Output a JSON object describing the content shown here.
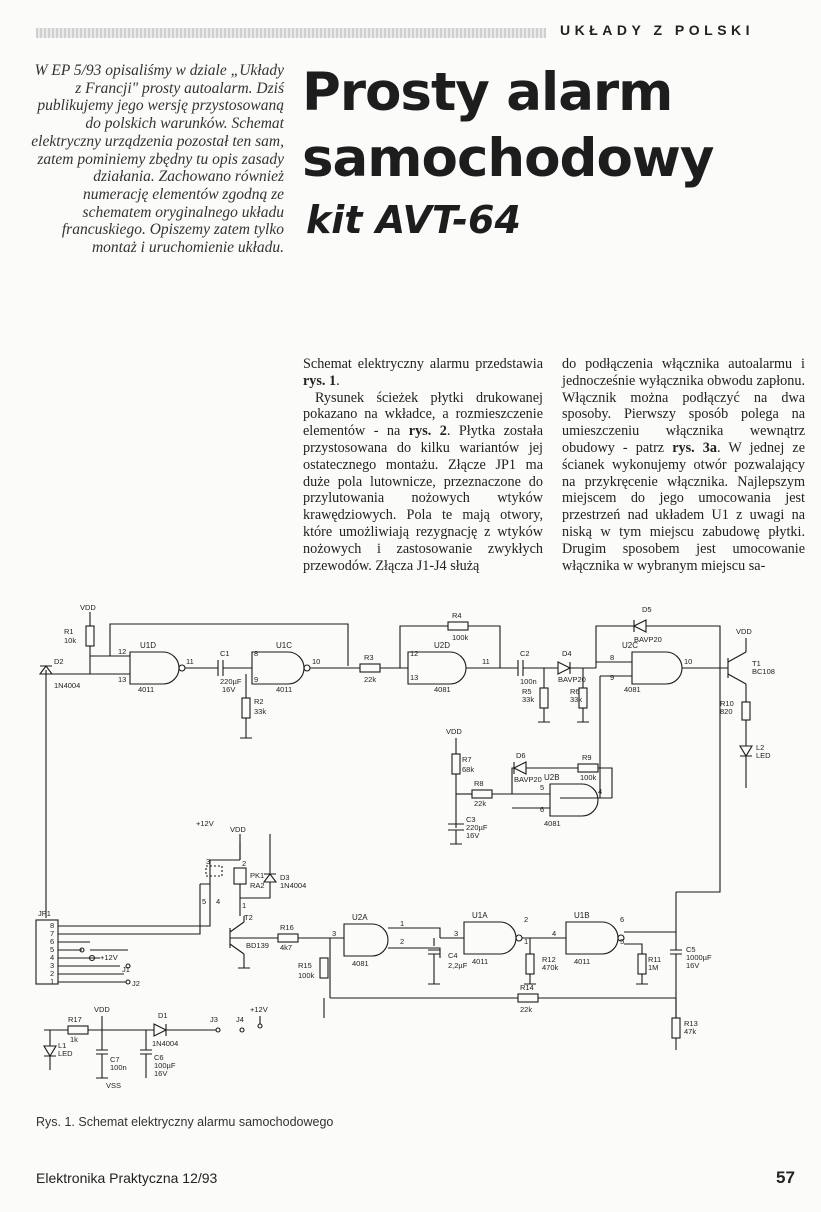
{
  "header": {
    "section_label": "UKŁADY Z POLSKI"
  },
  "article": {
    "title_line1": "Prosty alarm",
    "title_line2": "samochodowy",
    "kit": "kit AVT-64",
    "intro": "W EP 5/93 opisaliśmy w dziale „Układy z Francji\" prosty autoalarm. Dziś publikujemy jego wersję przystosowaną do polskich warunków. Schemat elektryczny urządzenia pozostał ten sam, zatem pominiemy zbędny tu opis zasady działania. Zachowano również numerację elementów zgodną ze schematem oryginalnego układu francuskiego. Opiszemy zatem tylko montaż i uruchomienie układu.",
    "col1_p1_a": "Schemat elektryczny alarmu przedstawia ",
    "col1_p1_ref": "rys. 1",
    "col1_p1_b": ".",
    "col1_p2_a": "Rysunek ścieżek płytki drukowanej pokazano na wkładce, a rozmieszczenie elementów - na ",
    "col1_p2_ref": "rys. 2",
    "col1_p2_b": ". Płytka została przystosowana do kilku wariantów jej ostatecznego montażu. Złącze JP1 ma duże pola lutownicze, przeznaczone do przylutowania nożowych wtyków krawędziowych. Pola te mają otwory, które umożliwiają rezygnację z wtyków nożowych i zastosowanie zwykłych przewodów. Złącza J1-J4 służą",
    "col2_a": "do podłączenia włącznika autoalarmu i jednocześnie wyłącznika obwodu zapłonu. Włącznik można podłączyć na dwa sposoby. Pierwszy sposób polega na umieszczeniu włącznika wewnątrz obudowy - patrz ",
    "col2_ref1": "rys. 3a",
    "col2_b": ". W jednej ze ścianek wykonujemy otwór pozwalający na przykręcenie włącznika. Najlepszym miejscem do jego umocowania jest przestrzeń nad układem U1 z uwagi na niską w tym miejscu zabudowę płytki. Drugim sposobem jest umocowanie włącznika w wybranym miejscu sa-"
  },
  "schematic": {
    "labels": {
      "vdd": "VDD",
      "vss": "VSS",
      "r1": "R1",
      "r1v": "10k",
      "d2": "D2",
      "d2v": "1N4004",
      "u1d": "U1D",
      "u1dv": "4011",
      "c1": "C1",
      "c1v": "220µF",
      "c1w": "16V",
      "u1c": "U1C",
      "u1cv": "4011",
      "r2": "R2",
      "r2v": "33k",
      "r3": "R3",
      "r3v": "22k",
      "r4": "R4",
      "r4v": "100k",
      "u2d": "U2D",
      "u2dv": "4081",
      "c2": "C2",
      "c2v": "100n",
      "r5": "R5",
      "r5v": "33k",
      "d4": "D4",
      "d4v": "BAVP20",
      "r6": "R6",
      "r6v": "33k",
      "d5": "D5",
      "d5v": "BAVP20",
      "u2c": "U2C",
      "u2cv": "4081",
      "t1": "T1",
      "t1v": "BC108",
      "r10": "R10",
      "r10v": "820",
      "l2": "L2",
      "l2v": "LED",
      "r7": "R7",
      "r7v": "68k",
      "d6": "D6",
      "d6v": "BAVP20",
      "r9": "R9",
      "r9v": "100k",
      "r8": "R8",
      "r8v": "22k",
      "u2b": "U2B",
      "u2bv": "4081",
      "c3": "C3",
      "c3v": "220µF",
      "c3w": "16V",
      "plus12v": "+12V",
      "pk1": "PK1",
      "pk1v": "RA2",
      "d3": "D3",
      "d3v": "1N4004",
      "t2": "T2",
      "t2v": "BD139",
      "jp1": "JP1",
      "r16": "R16",
      "r16v": "4k7",
      "u2a": "U2A",
      "u2av": "4081",
      "u1a": "U1A",
      "u1av": "4011",
      "u1b": "U1B",
      "u1bv": "4011",
      "c4": "C4",
      "c4v": "2,2µF",
      "r12": "R12",
      "r12v": "470k",
      "r11": "R11",
      "r11v": "1M",
      "c5": "C5",
      "c5v": "1000µF",
      "c5w": "16V",
      "r15": "R15",
      "r15v": "100k",
      "r14": "R14",
      "r14v": "22k",
      "r13": "R13",
      "r13v": "47k",
      "r17": "R17",
      "r17v": "1k",
      "l1": "L1",
      "l1v": "LED",
      "d1": "D1",
      "d1v": "1N4004",
      "c7": "C7",
      "c7v": "100n",
      "c6": "C6",
      "c6v": "100µF",
      "c6w": "16V",
      "j1": "J1",
      "j2": "J2",
      "j3": "J3",
      "j4": "J4",
      "n1": "1",
      "n2": "2",
      "n3": "3",
      "n4": "4",
      "n5": "5",
      "n6": "6",
      "n7": "7",
      "n8": "8",
      "n9": "9",
      "n10": "10",
      "n11": "11",
      "n12": "12",
      "n13": "13"
    }
  },
  "caption": "Rys. 1. Schemat elektryczny alarmu samochodowego",
  "footer": {
    "magazine": "Elektronika Praktyczna 12/93",
    "page": "57"
  }
}
